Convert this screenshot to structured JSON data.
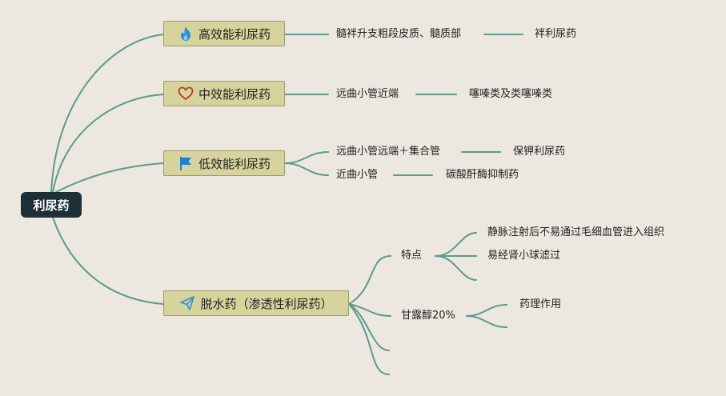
{
  "root": {
    "label": "利尿药"
  },
  "branches": [
    {
      "label": "高效能利尿药",
      "icon": "fire-icon",
      "detail": "髓袢升支粗段皮质、髓质部",
      "result": "袢利尿药"
    },
    {
      "label": "中效能利尿药",
      "icon": "heart-icon",
      "detail": "远曲小管近端",
      "result": "噻嗪类及类噻嗪类"
    },
    {
      "label": "低效能利尿药",
      "icon": "flag-icon",
      "items": [
        {
          "detail": "远曲小管远端＋集合管",
          "result": "保钾利尿药"
        },
        {
          "detail": "近曲小管",
          "result": "碳酸酐酶抑制药"
        }
      ]
    },
    {
      "label": "脱水药（渗透性利尿药）",
      "icon": "paper-plane-icon",
      "features": {
        "label": "特点",
        "items": [
          "静脉注射后不易通过毛细血管进入组织",
          "易经肾小球滤过"
        ]
      },
      "mannitol": {
        "label": "甘露醇20%",
        "items": [
          "药理作用"
        ]
      }
    }
  ],
  "colors": {
    "background": "#ece8e0",
    "root": "#1f2f36",
    "node": "#d6d49c",
    "line": "#5e9a8c",
    "fire": "#2b8fd6",
    "heart": "#c0392b",
    "flag": "#1e7fd0"
  }
}
